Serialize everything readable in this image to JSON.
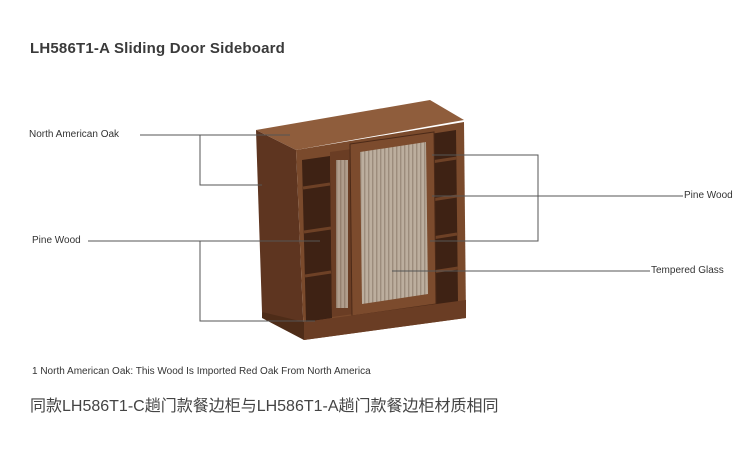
{
  "title": "LH586T1-A Sliding Door Sideboard",
  "labels": {
    "north_american_oak": "North American Oak",
    "pine_wood_left": "Pine Wood",
    "pine_wood_right": "Pine Wood",
    "tempered_glass": "Tempered Glass"
  },
  "note": "1 North American Oak: This Wood Is Imported Red Oak From North America",
  "subtitle": "同款LH586T1-C趟门款餐边柜与LH586T1-A趟门款餐边柜材质相同",
  "colors": {
    "wood_front": "#7a4a2c",
    "wood_side": "#5e3520",
    "wood_top": "#8f5d3c",
    "glass": "#b8aa9a",
    "line": "#555555"
  }
}
